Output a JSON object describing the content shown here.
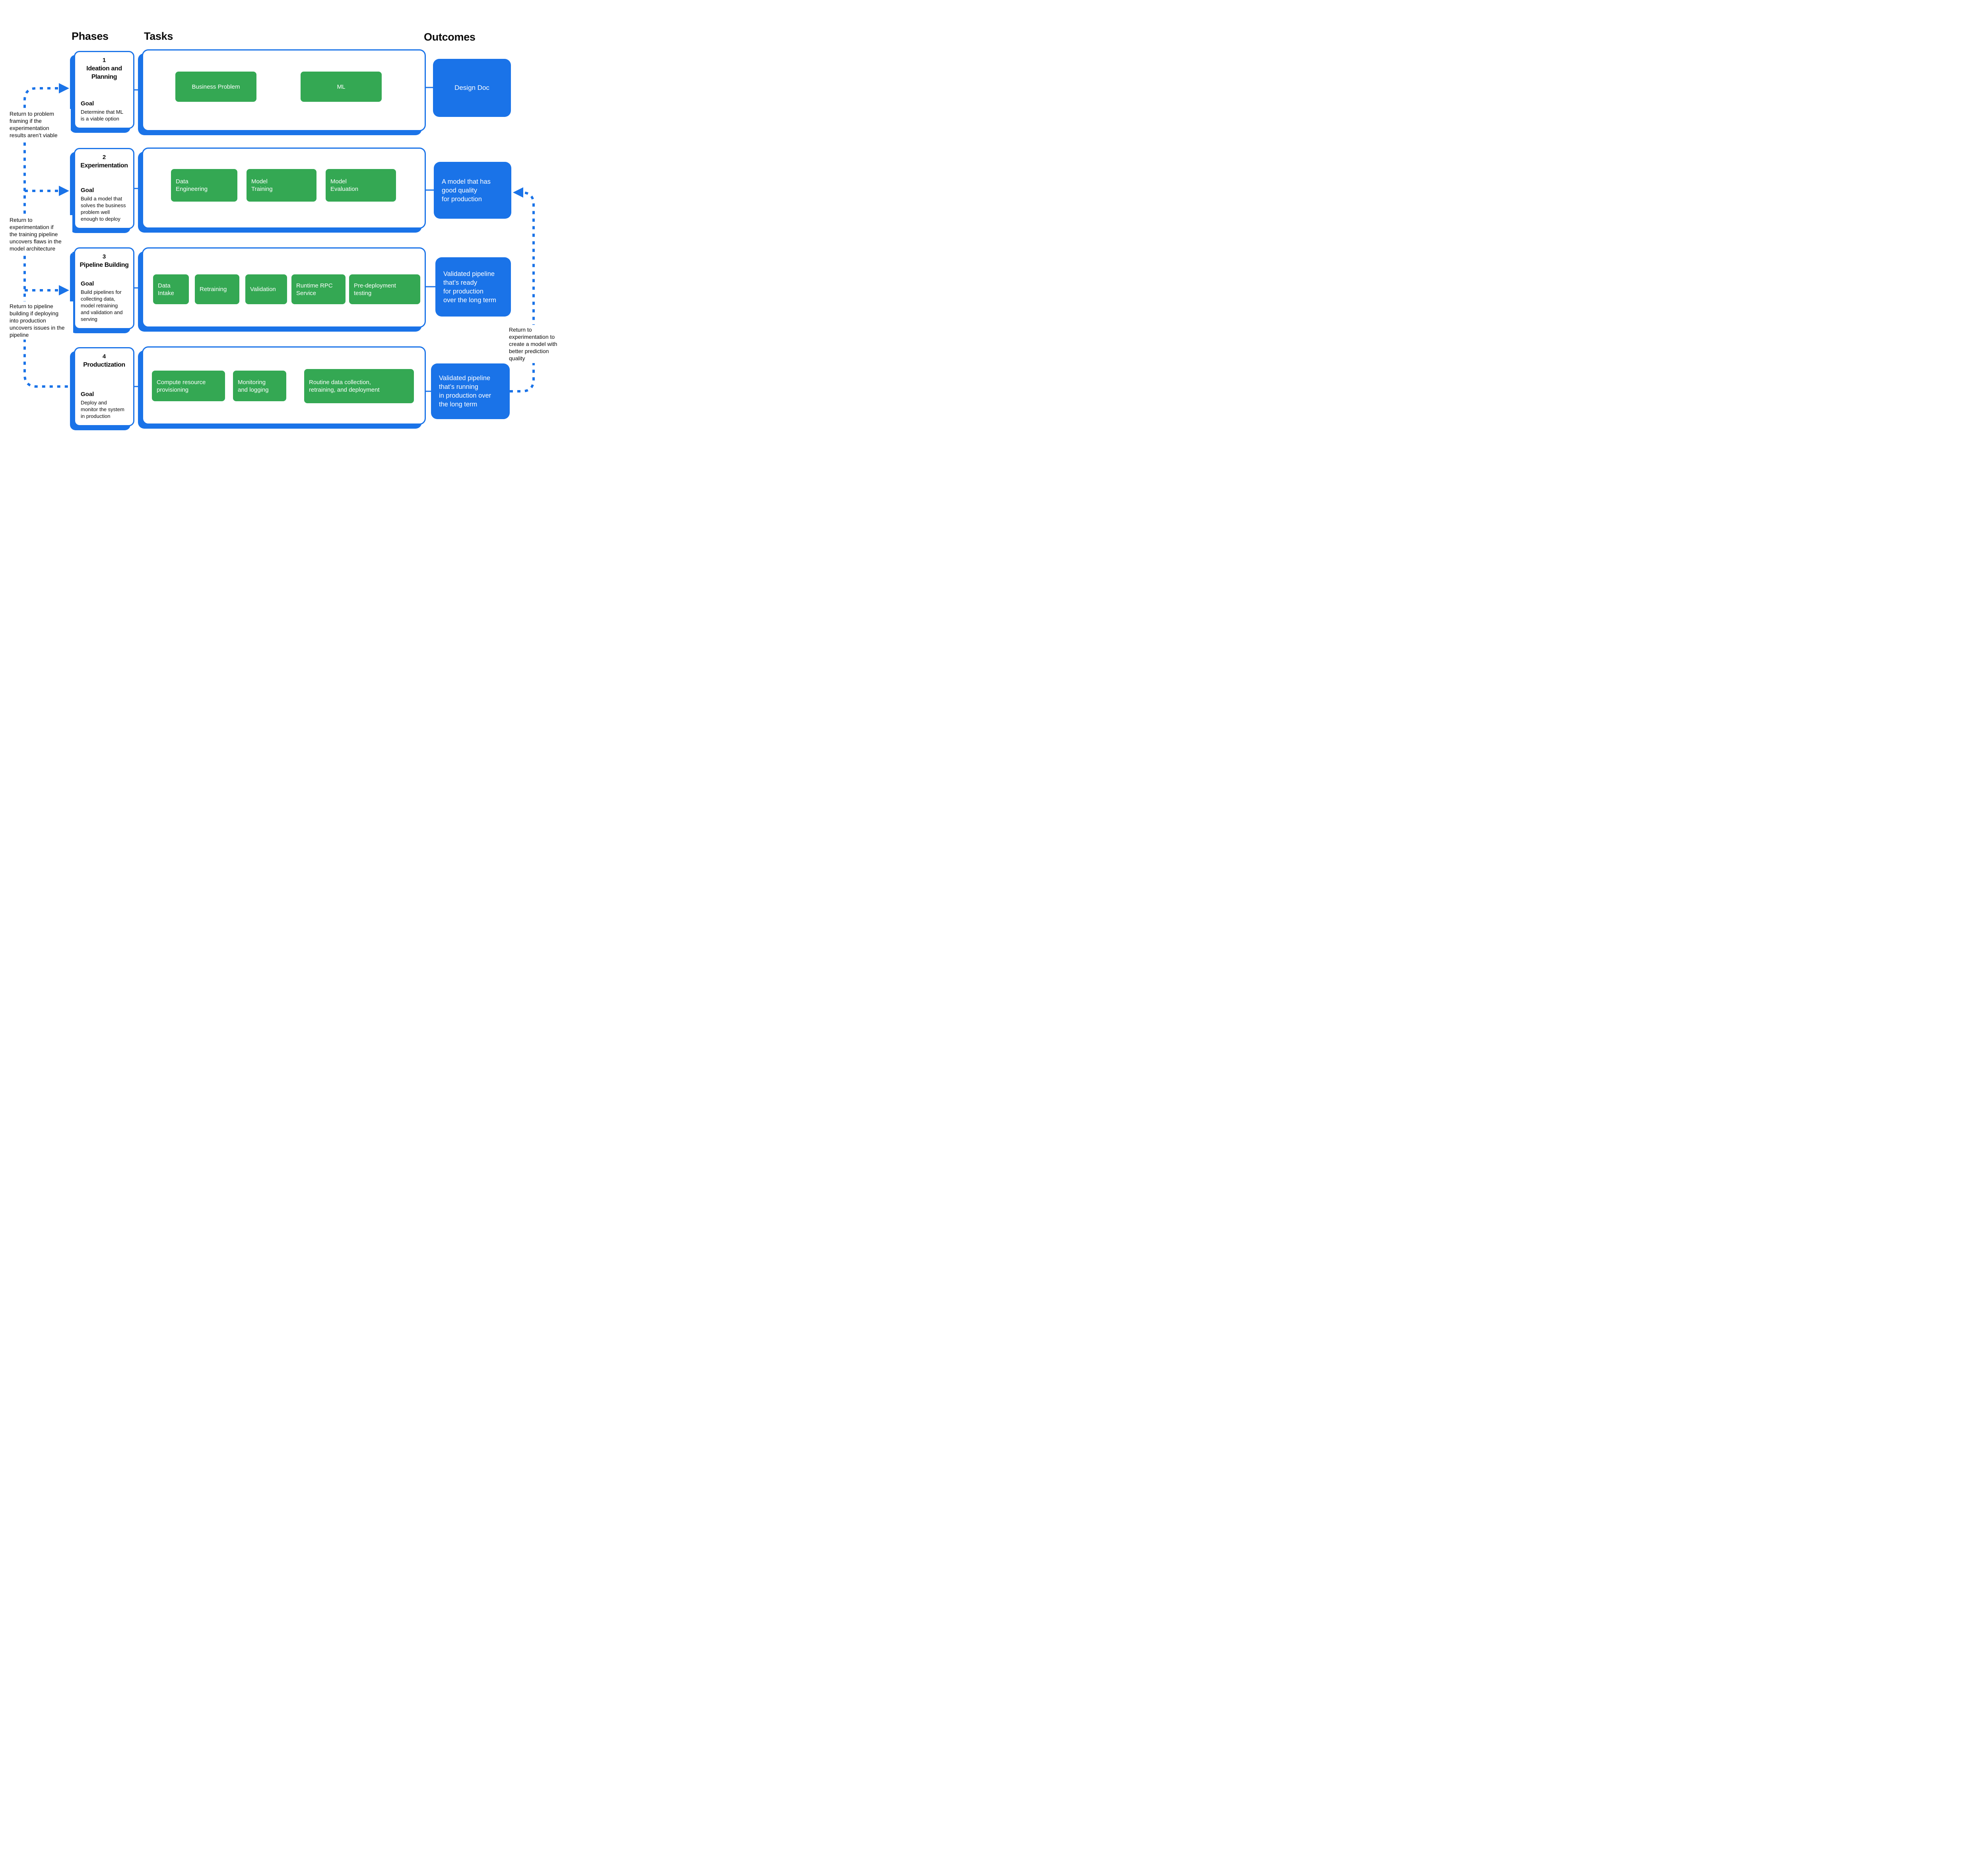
{
  "header": {
    "phases": "Phases",
    "tasks": "Tasks",
    "outcomes": "Outcomes"
  },
  "phases": [
    {
      "number": "1",
      "title": "Ideation and\nPlanning",
      "goal_label": "Goal",
      "goal": "Determine that ML\nis a viable option"
    },
    {
      "number": "2",
      "title": "Experimentation",
      "goal_label": "Goal",
      "goal": "Build a model that\nsolves the business\nproblem well\nenough to deploy"
    },
    {
      "number": "3",
      "title": "Pipeline Building",
      "goal_label": "Goal",
      "goal": "Build pipelines for\ncollecting data,\nmodel retraining\nand validation and\nserving"
    },
    {
      "number": "4",
      "title": "Productization",
      "goal_label": "Goal",
      "goal": "Deploy and\nmonitor the system\nin production"
    }
  ],
  "tasks": {
    "row1": [
      "Business Problem",
      "ML"
    ],
    "row2": [
      "Data\nEngineering",
      "Model\nTraining",
      "Model\nEvaluation"
    ],
    "row3": [
      "Data\nIntake",
      "Retraining",
      "Validation",
      "Runtime RPC\nService",
      "Pre-deployment\ntesting"
    ],
    "row4": [
      "Compute resource\nprovisioning",
      "Monitoring\nand logging",
      "Routine data collection,\nretraining, and deployment"
    ]
  },
  "outcomes": [
    "Design Doc",
    "A model that has\ngood quality\nfor production",
    "Validated pipeline\nthat’s ready\nfor production\nover the long term",
    "Validated pipeline\nthat’s running\nin production over\nthe long term"
  ],
  "annotations": {
    "left": [
      "Return to problem\nframing if the\nexperimentation\nresults aren’t viable",
      "Return to\nexperimentation if\nthe training pipeline\nuncovers flaws in the\nmodel architecture",
      "Return to pipeline\nbuilding if deploying\ninto production\nuncovers issues in the\npipeline"
    ],
    "right": "Return to\nexperimentation to\ncreate a model with\nbetter prediction\nquality"
  },
  "colors": {
    "accent_blue": "#1A73E8",
    "task_green": "#34A853",
    "text": "#0a0a0a"
  }
}
